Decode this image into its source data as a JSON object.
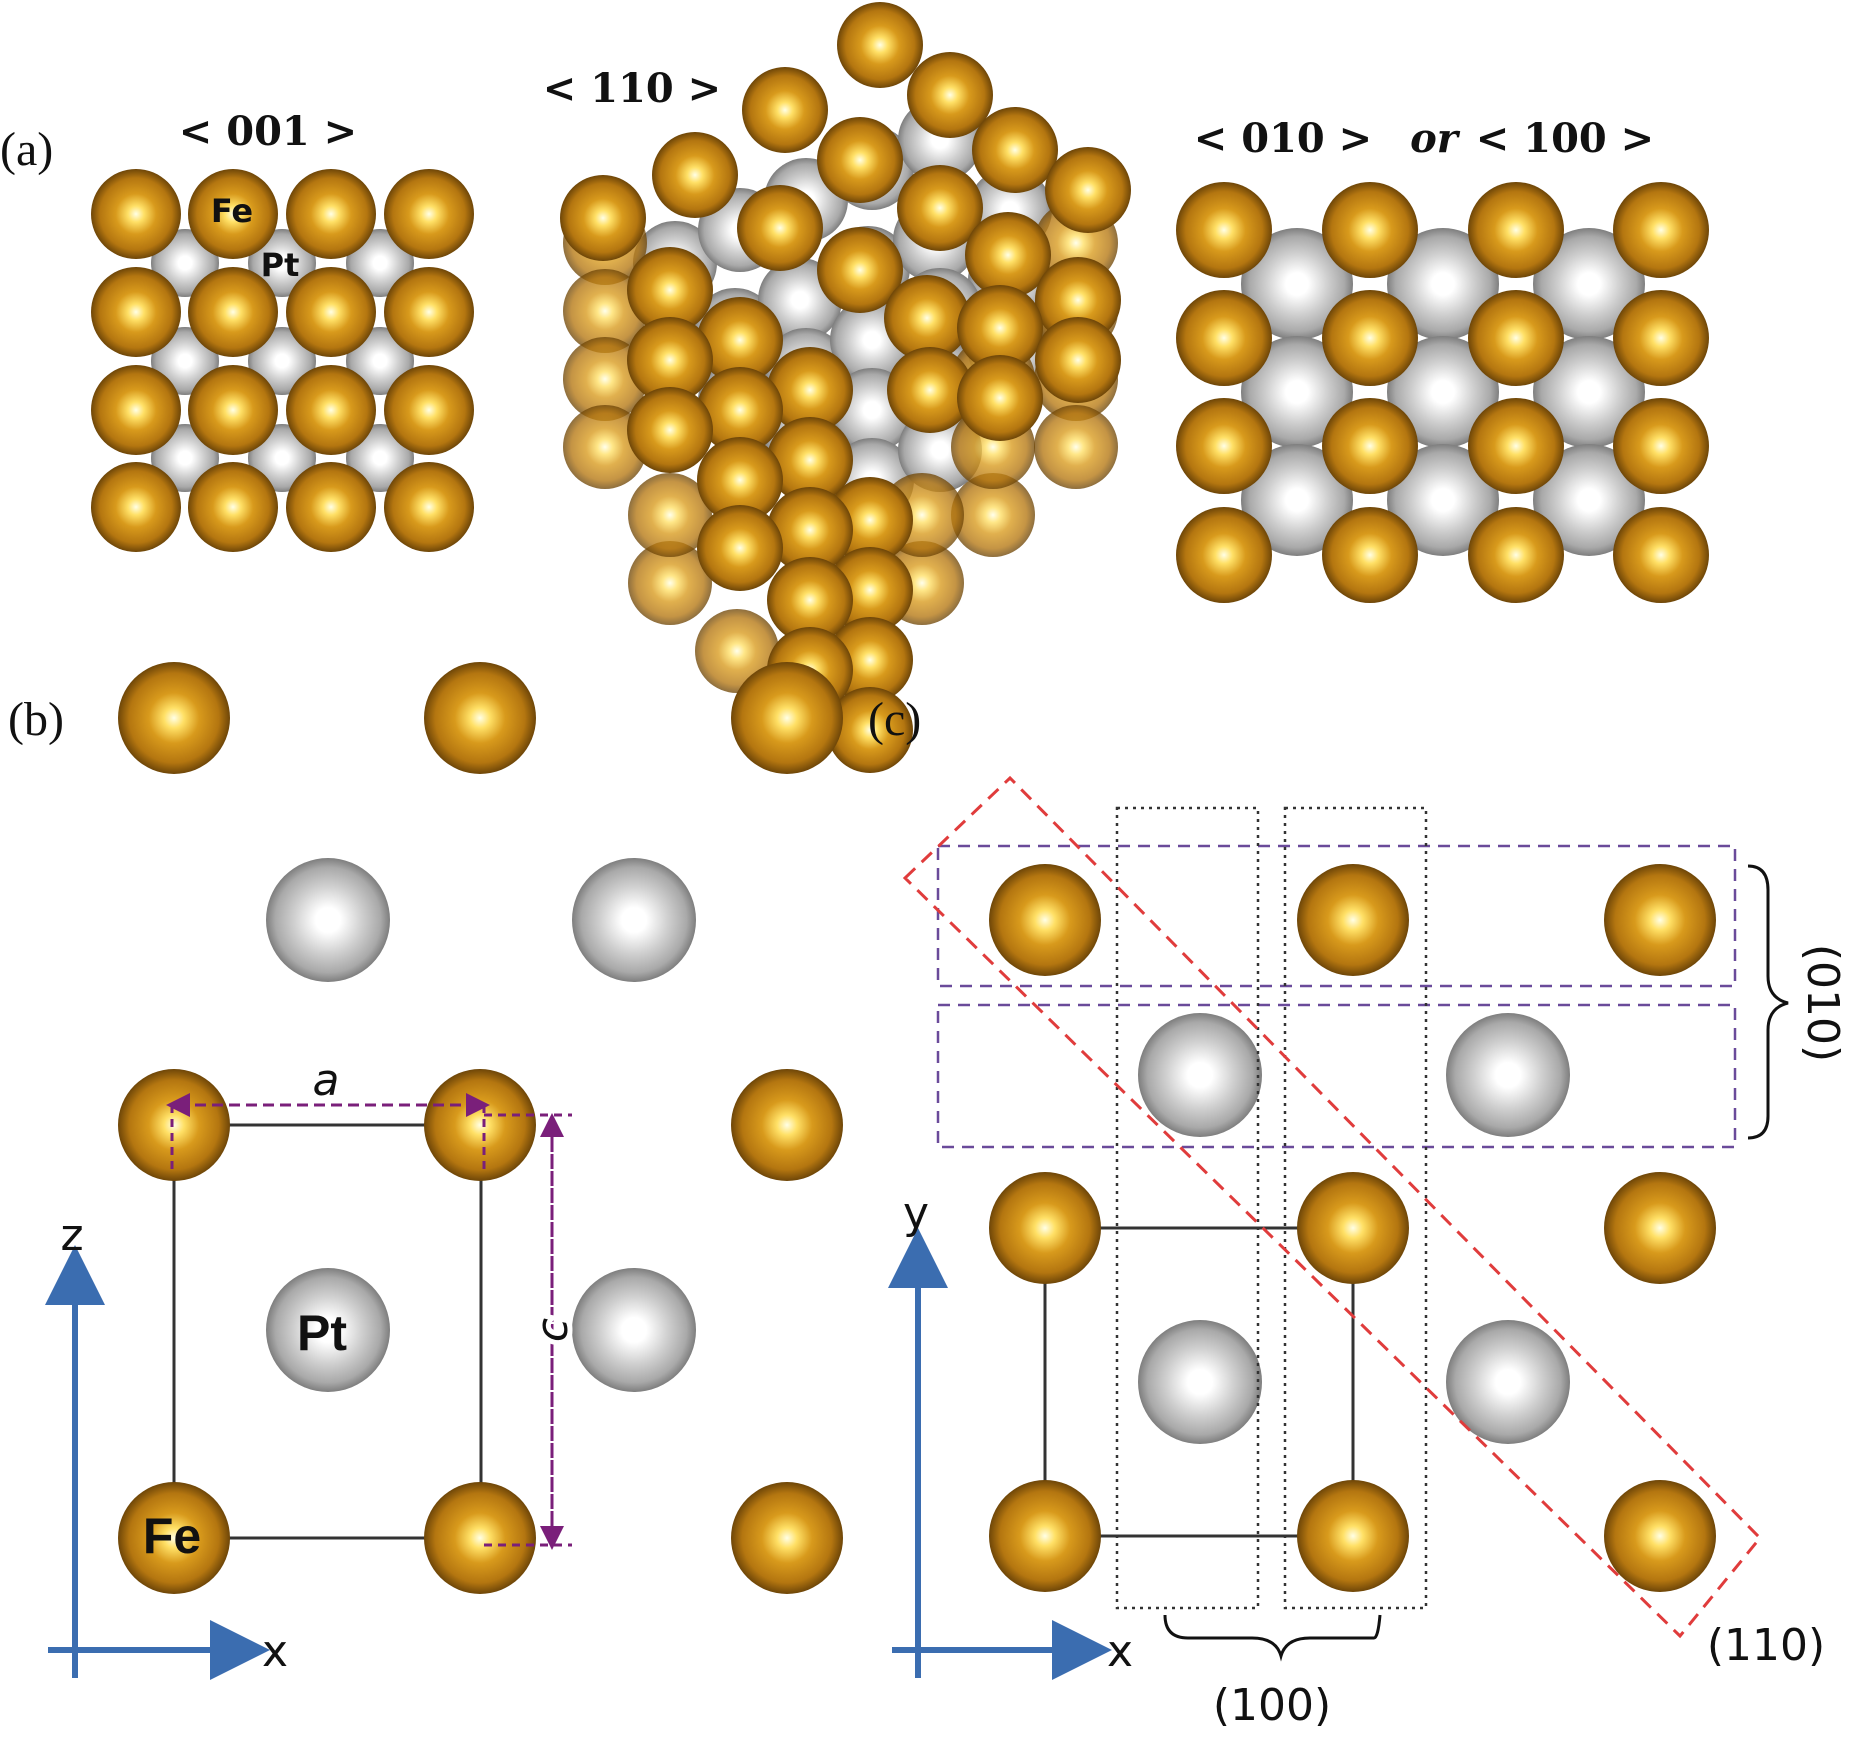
{
  "colors": {
    "fe_base": "#b8790e",
    "fe_highlight": "#ffffb0",
    "pt_base": "#a9a9a9",
    "pt_highlight": "#ffffff",
    "axis_arrow": "#3b6db0",
    "dimension_line": "#7a1f7a",
    "plane_010": "#6a4a9a",
    "plane_110": "#e03c3c",
    "plane_100": "#333333",
    "cell_line": "#333333"
  },
  "panel_a": {
    "label": "(a)",
    "view_001": {
      "title": "< 001 >",
      "fe_label": "Fe",
      "pt_label": "Pt"
    },
    "view_110": {
      "title": "< 110 >"
    },
    "view_010": {
      "title": "< 010 >",
      "connector": "or",
      "title_alt": "< 100 >"
    }
  },
  "panel_b": {
    "label": "(b)",
    "lattice_a": "a",
    "lattice_c": "c",
    "fe_label": "Fe",
    "pt_label": "Pt",
    "axis_vertical": "z",
    "axis_horizontal": "x"
  },
  "panel_c": {
    "label": "(c)",
    "axis_vertical": "y",
    "axis_horizontal": "x",
    "plane_010_label": "(010)",
    "plane_100_label": "(100)",
    "plane_110_label": "(110)"
  }
}
